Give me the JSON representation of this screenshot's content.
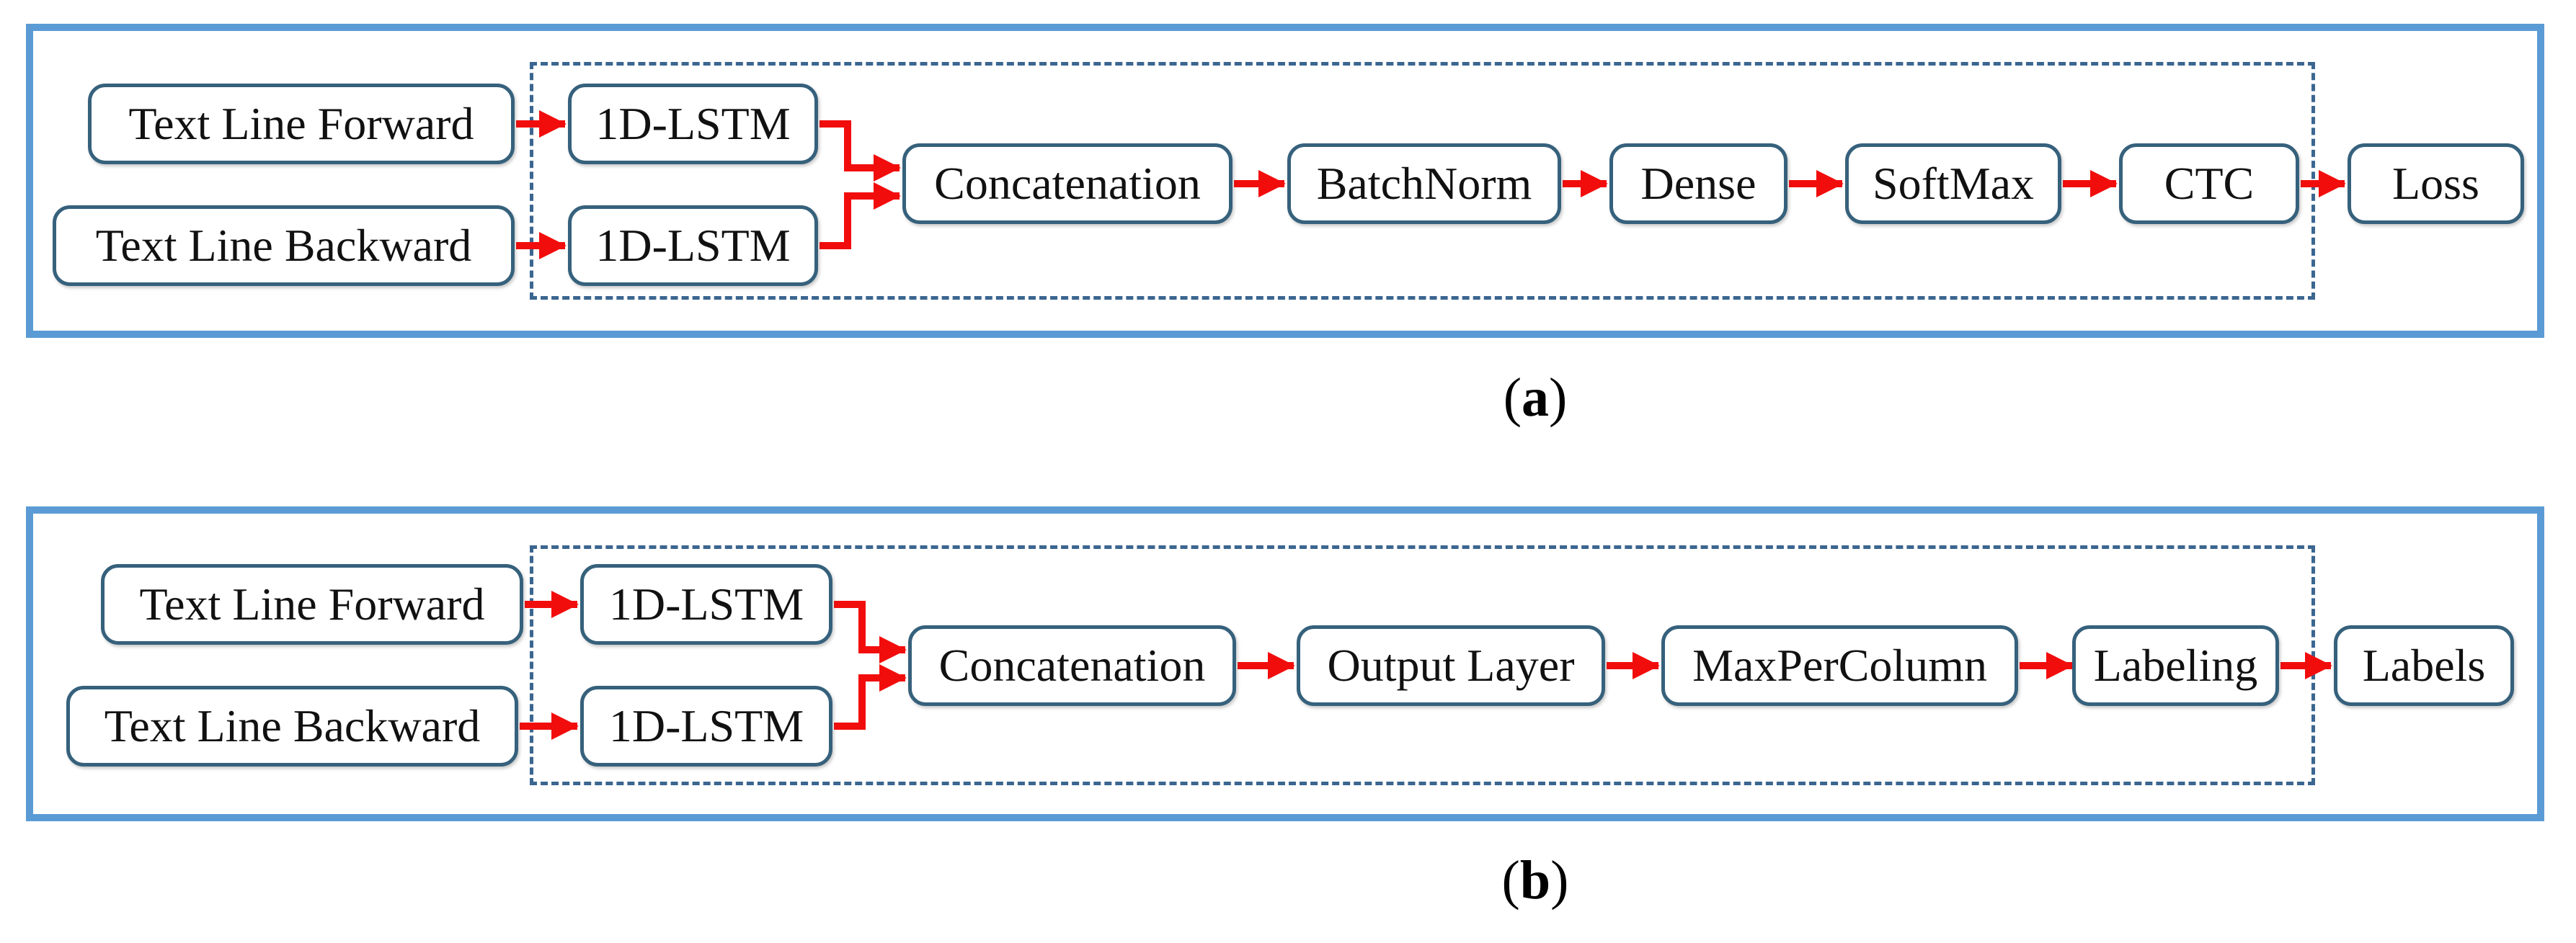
{
  "colors": {
    "frame-blue": "#5b9bd5",
    "node-border": "#36617c",
    "dashed-border": "#3b6690",
    "arrow-red": "#f20d0d",
    "ink": "#111111"
  },
  "panel_a": {
    "caption_open": "(",
    "caption_letter": "a",
    "caption_close": ")",
    "nodes": {
      "text_line_forward": "Text Line Forward",
      "text_line_backward": "Text Line Backward",
      "lstm_top": "1D-LSTM",
      "lstm_bottom": "1D-LSTM",
      "concatenation": "Concatenation",
      "batchnorm": "BatchNorm",
      "dense": "Dense",
      "softmax": "SoftMax",
      "ctc": "CTC",
      "loss": "Loss"
    }
  },
  "panel_b": {
    "caption_open": "(",
    "caption_letter": "b",
    "caption_close": ")",
    "nodes": {
      "text_line_forward": "Text Line Forward",
      "text_line_backward": "Text Line Backward",
      "lstm_top": "1D-LSTM",
      "lstm_bottom": "1D-LSTM",
      "concatenation": "Concatenation",
      "output_layer": "Output Layer",
      "maxpercolumn": "MaxPerColumn",
      "labeling": "Labeling",
      "labels": "Labels"
    }
  }
}
